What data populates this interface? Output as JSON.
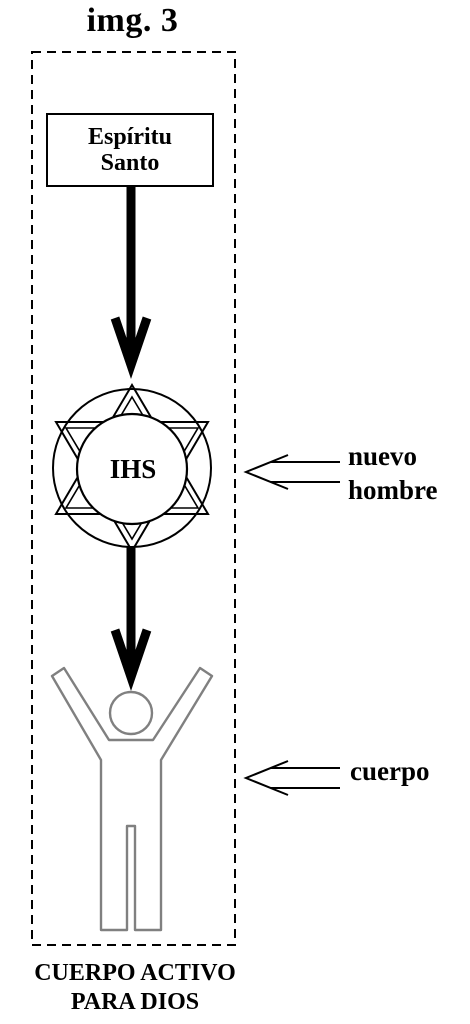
{
  "title": "img. 3",
  "source_box": {
    "label": "Espíritu\nSanto"
  },
  "center_emblem": {
    "label": "IHS"
  },
  "side_labels": {
    "new_man": "nuevo\nhombre",
    "body": "cuerpo"
  },
  "caption": "CUERPO ACTIVO\nPARA DIOS",
  "colors": {
    "ink": "#000000",
    "figure_outline": "#808080",
    "background": "#ffffff"
  }
}
